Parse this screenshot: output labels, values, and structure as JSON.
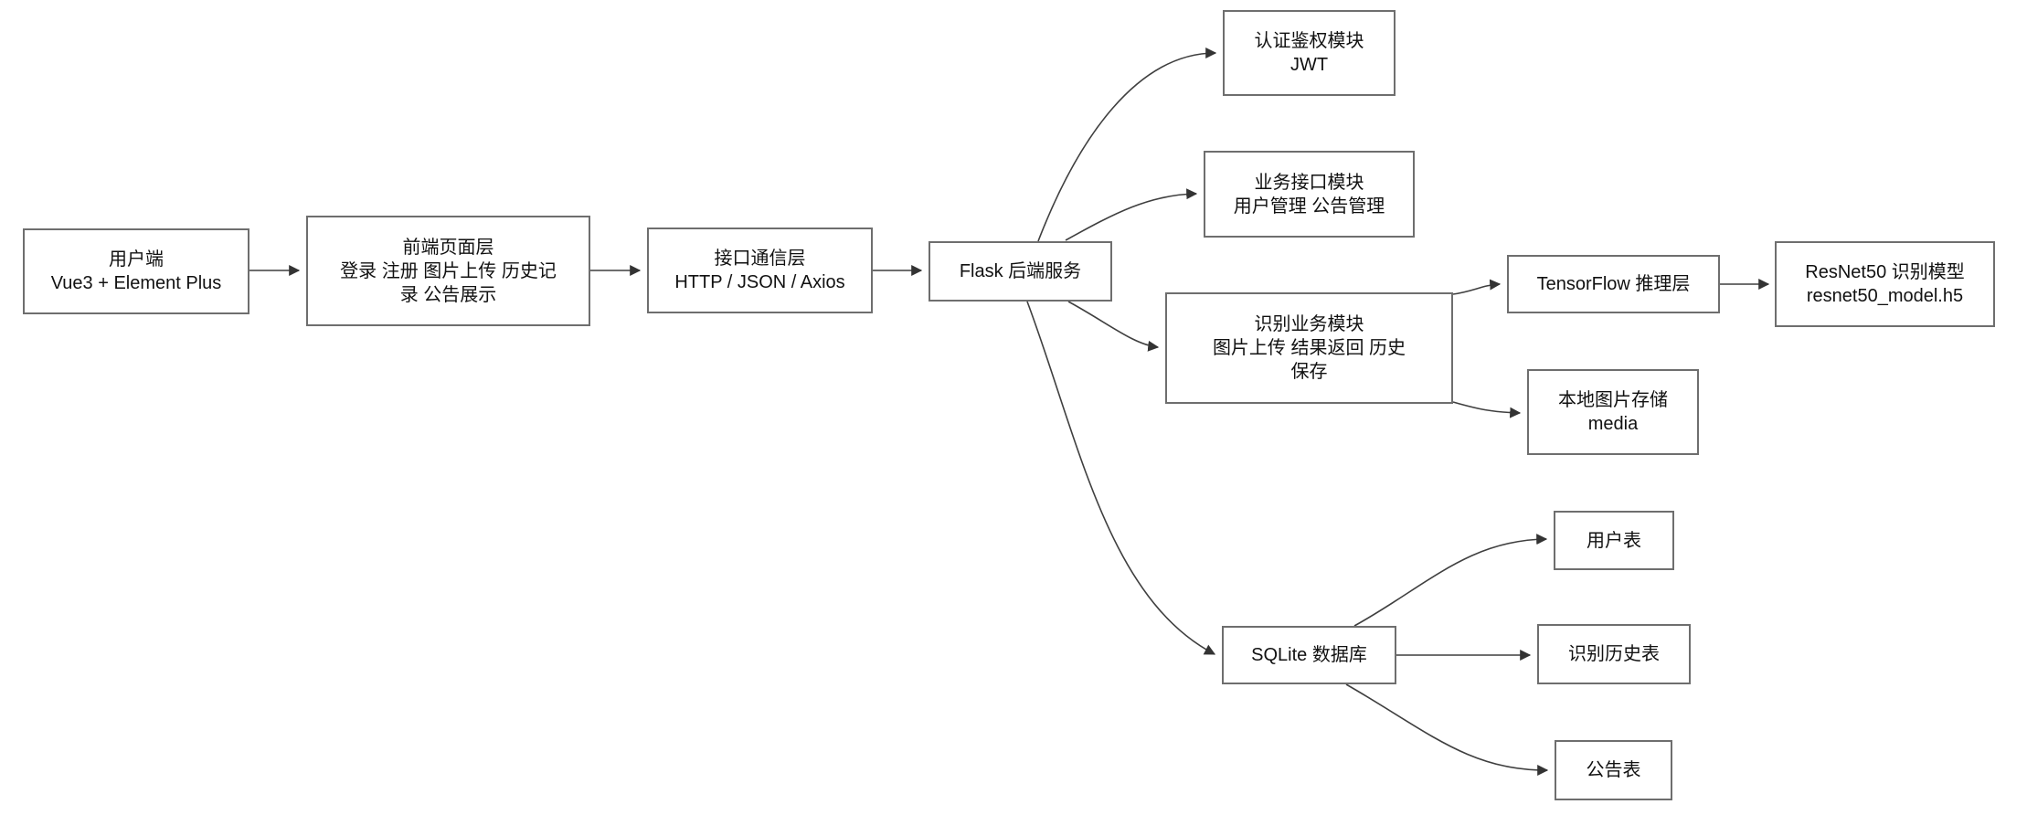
{
  "diagram": {
    "type": "architecture-flowchart",
    "colors": {
      "background": "#ffffff",
      "node_border": "#6e6e6e",
      "node_fill": "#ffffff",
      "edge_line": "#3f3f3f",
      "text": "#111111"
    },
    "nodes": {
      "client": {
        "lines": [
          "用户端",
          "Vue3 + Element Plus"
        ]
      },
      "frontend": {
        "lines": [
          "前端页面层",
          "登录 注册 图片上传 历史记录 公告展示"
        ]
      },
      "api_comm": {
        "lines": [
          "接口通信层",
          "HTTP / JSON / Axios"
        ]
      },
      "flask": {
        "lines": [
          "Flask 后端服务"
        ]
      },
      "auth": {
        "lines": [
          "认证鉴权模块",
          "JWT"
        ]
      },
      "biz": {
        "lines": [
          "业务接口模块",
          "用户管理 公告管理"
        ]
      },
      "recognition": {
        "lines": [
          "识别业务模块",
          "图片上传 结果返回 历史保存"
        ]
      },
      "tensorflow": {
        "lines": [
          "TensorFlow 推理层"
        ]
      },
      "resnet": {
        "lines": [
          "ResNet50 识别模型",
          "resnet50_model.h5"
        ]
      },
      "media": {
        "lines": [
          "本地图片存储",
          "media"
        ]
      },
      "sqlite": {
        "lines": [
          "SQLite 数据库"
        ]
      },
      "user_table": {
        "lines": [
          "用户表"
        ]
      },
      "history_table": {
        "lines": [
          "识别历史表"
        ]
      },
      "notice_table": {
        "lines": [
          "公告表"
        ]
      }
    },
    "edges": [
      {
        "from": "client",
        "to": "frontend"
      },
      {
        "from": "frontend",
        "to": "api_comm"
      },
      {
        "from": "api_comm",
        "to": "flask"
      },
      {
        "from": "flask",
        "to": "auth"
      },
      {
        "from": "flask",
        "to": "biz"
      },
      {
        "from": "flask",
        "to": "recognition"
      },
      {
        "from": "flask",
        "to": "sqlite"
      },
      {
        "from": "recognition",
        "to": "tensorflow"
      },
      {
        "from": "tensorflow",
        "to": "resnet"
      },
      {
        "from": "recognition",
        "to": "media"
      },
      {
        "from": "sqlite",
        "to": "user_table"
      },
      {
        "from": "sqlite",
        "to": "history_table"
      },
      {
        "from": "sqlite",
        "to": "notice_table"
      }
    ]
  }
}
